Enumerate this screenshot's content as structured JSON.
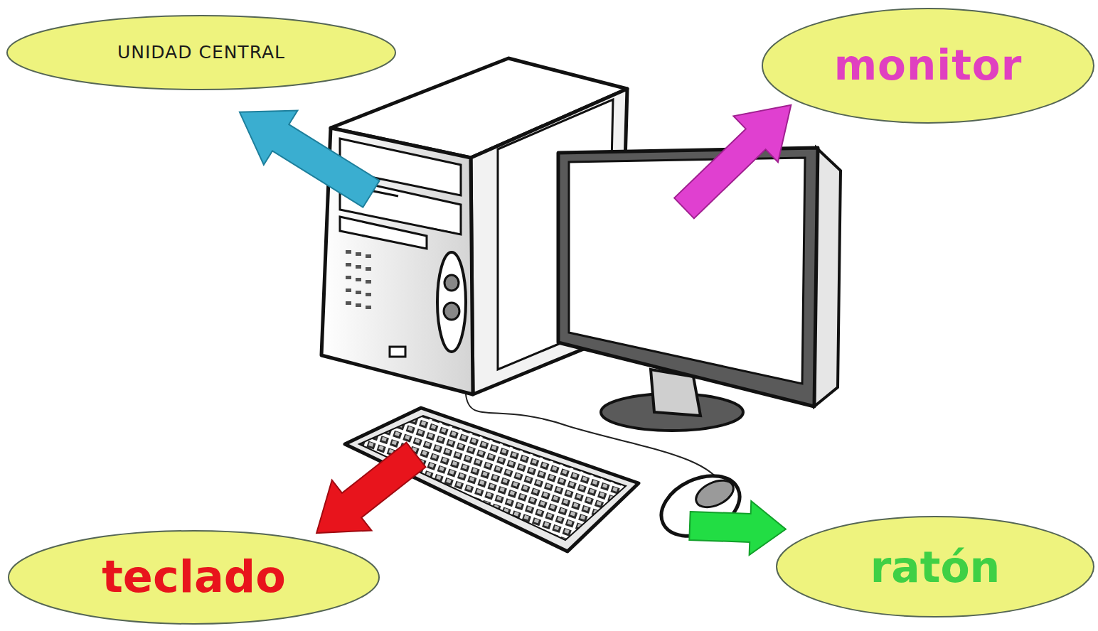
{
  "diagram": {
    "nodes": [
      {
        "text": [
          "UNIDAD CENTRAL"
        ]
      },
      {
        "text": [
          "monitor"
        ]
      },
      {
        "text": [
          "teclado"
        ]
      },
      {
        "text": [
          "ratón"
        ]
      }
    ]
  }
}
